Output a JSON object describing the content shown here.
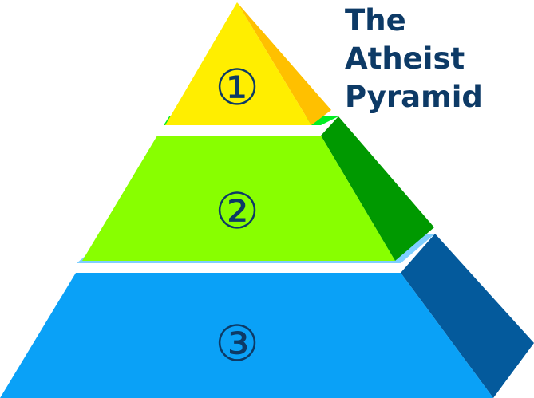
{
  "title": {
    "line1": "The Atheist",
    "line2": "Pyramid"
  },
  "tiers": [
    {
      "label": "①",
      "front": "#ffee00",
      "side": "#ffc000",
      "top": "#ffee00"
    },
    {
      "label": "②",
      "front": "#88ff00",
      "side": "#009900",
      "top": "#00ee22"
    },
    {
      "label": "③",
      "front": "#0aa1f7",
      "side": "#045a9c",
      "top": "#7ecfff"
    }
  ],
  "text_color": "#0d3a66"
}
